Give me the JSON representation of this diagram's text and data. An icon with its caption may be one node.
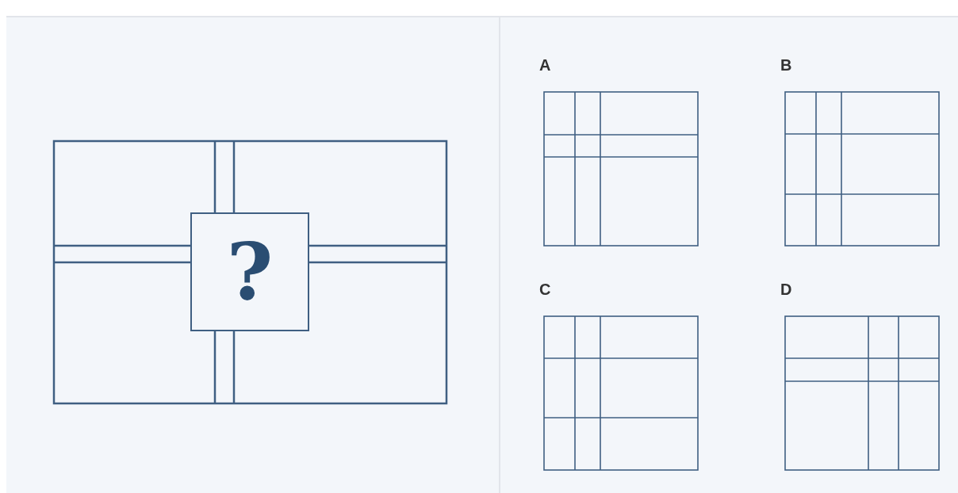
{
  "diagram": {
    "nodes": [
      {
        "text": [
          "?"
        ]
      },
      {
        "text": [
          "A"
        ]
      },
      {
        "text": [
          "B"
        ]
      },
      {
        "text": [
          "C"
        ]
      },
      {
        "text": [
          "D"
        ]
      }
    ]
  }
}
